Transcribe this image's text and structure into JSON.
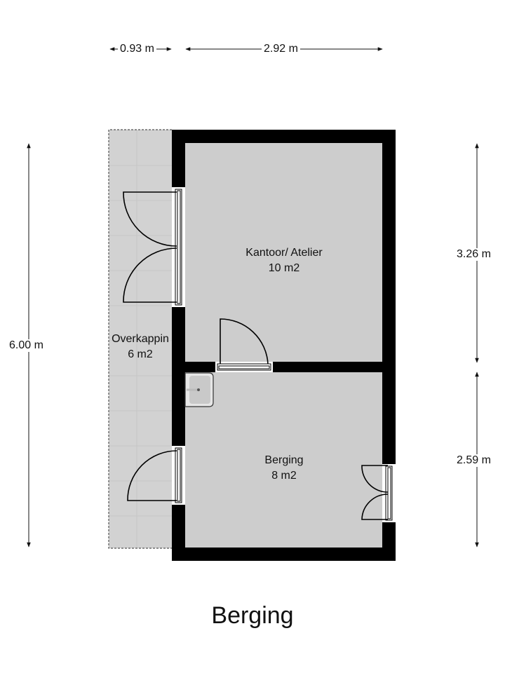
{
  "plan": {
    "title": "Berging",
    "colors": {
      "wall": "#000000",
      "floor": "#cdcdcd",
      "overkapping_floor": "#d2d2d2",
      "background": "#ffffff",
      "dimension_line": "#111111"
    }
  },
  "dimensions": {
    "top_left": {
      "label": "0.93 m"
    },
    "top_right": {
      "label": "2.92 m"
    },
    "left_total": {
      "label": "6.00 m"
    },
    "right_upper": {
      "label": "3.26 m"
    },
    "right_lower": {
      "label": "2.59 m"
    }
  },
  "rooms": [
    {
      "name": "Kantoor/ Atelier",
      "area": "10 m2"
    },
    {
      "name": "Overkappin",
      "area": "6 m2"
    },
    {
      "name": "Berging",
      "area": "8 m2"
    }
  ]
}
